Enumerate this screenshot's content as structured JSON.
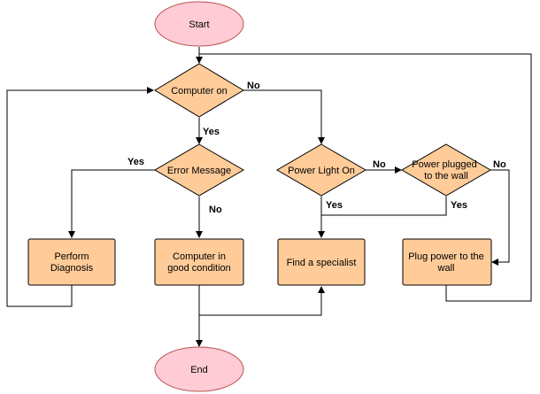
{
  "colors": {
    "terminal_fill": "#ffccd5",
    "terminal_stroke": "#b85450",
    "node_fill": "#ffcc99",
    "node_stroke": "#000000",
    "line": "#000000"
  },
  "nodes": {
    "start": "Start",
    "end": "End",
    "computer_on": "Computer on",
    "error_message": "Error Message",
    "power_light_on": "Power Light On",
    "power_plugged_line1": "Power plugged",
    "power_plugged_line2": "to the wall",
    "perform_diagnosis_line1": "Perform",
    "perform_diagnosis_line2": "Diagnosis",
    "good_condition_line1": "Computer in",
    "good_condition_line2": "good condition",
    "find_specialist": "Find a specialist",
    "plug_power_line1": "Plug power to the",
    "plug_power_line2": "wall"
  },
  "edge_labels": {
    "computer_on_no": "No",
    "computer_on_yes": "Yes",
    "error_yes": "Yes",
    "error_no": "No",
    "power_light_no": "No",
    "power_light_yes": "Yes",
    "power_plugged_no": "No",
    "power_plugged_yes": "Yes"
  }
}
